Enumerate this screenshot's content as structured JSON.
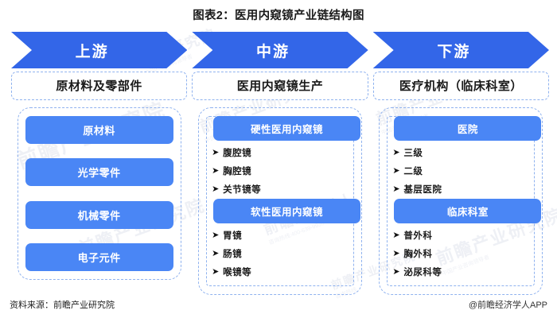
{
  "title": "图表2：医用内窥镜产业链结构图",
  "colors": {
    "arrow_blue": "#3366e8",
    "pill_blue": "#4a86f5",
    "dashed_border": "#8fb2ef",
    "text_dark": "#1a1a1a"
  },
  "arrows": [
    {
      "label": "上游"
    },
    {
      "label": "中游"
    },
    {
      "label": "下游"
    }
  ],
  "columns": [
    {
      "head": "原材料及零部件",
      "type": "pills",
      "pills": [
        {
          "label": "原材料"
        },
        {
          "label": "光学零件"
        },
        {
          "label": "机械零件"
        },
        {
          "label": "电子元件"
        }
      ]
    },
    {
      "head": "医用内窥镜生产",
      "type": "groups",
      "groups": [
        {
          "head": "硬性医用内窥镜",
          "items": [
            "腹腔镜",
            "胸腔镜",
            "关节镜等"
          ]
        },
        {
          "head": "软性医用内窥镜",
          "items": [
            "胃镜",
            "肠镜",
            "喉镜等"
          ]
        }
      ]
    },
    {
      "head": "医疗机构（临床科室）",
      "type": "groups",
      "groups": [
        {
          "head": "医院",
          "items": [
            "三级",
            "二级",
            "基层医院"
          ]
        },
        {
          "head": "临床科室",
          "items": [
            "普外科",
            "胸外科",
            "泌尿科等"
          ]
        }
      ]
    }
  ],
  "bullet_glyph": "➤",
  "footer": {
    "source": "资料来源：前瞻产业研究院",
    "credit": "@前瞻经济学人APP"
  },
  "watermarks": {
    "brand": "前瞻产业研究院",
    "sub": "中国产业咨询领导者 咨询热线:400-639-9936"
  }
}
